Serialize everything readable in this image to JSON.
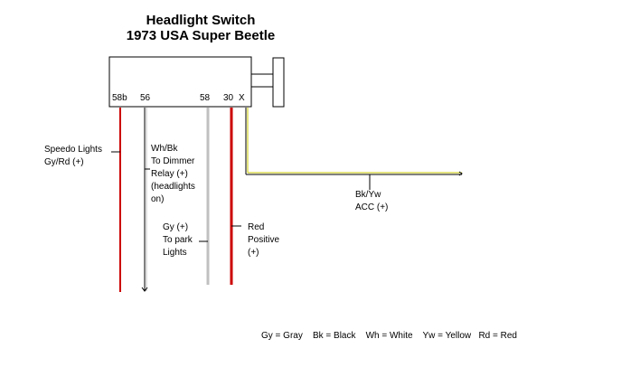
{
  "title": {
    "line1": "Headlight Switch",
    "line2": "1973 USA Super Beetle"
  },
  "pins": [
    "58b",
    "56",
    "58",
    "30",
    "X"
  ],
  "wires": [
    {
      "pin": "58b",
      "color": "#cc0000",
      "label": [
        "Speedo Lights",
        "Gy/Rd (+)"
      ]
    },
    {
      "pin": "56",
      "color": "#000000",
      "label": [
        "Wh/Bk",
        "To Dimmer",
        "Relay  (+)",
        "(headlights",
        "on)"
      ]
    },
    {
      "pin": "58",
      "color": "#c0c0c0",
      "label": [
        "Gy  (+)",
        "To park",
        "Lights"
      ]
    },
    {
      "pin": "30",
      "color": "#cc0000",
      "label": [
        "Red",
        "Positive",
        "(+)"
      ]
    },
    {
      "pin": "X",
      "color": "#000000",
      "label": [
        "Bk/Yw",
        "ACC (+)"
      ]
    }
  ],
  "legend": "Gy = Gray    Bk = Black    Wh = White    Yw = Yellow   Rd = Red"
}
